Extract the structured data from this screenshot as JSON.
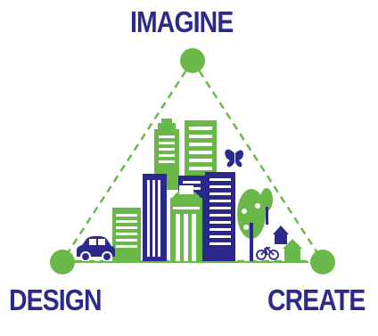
{
  "labels": {
    "top": "IMAGINE",
    "bottom_left": "DESIGN",
    "bottom_right": "CREATE"
  },
  "colors": {
    "navy": "#2b2a8c",
    "green": "#6ab84a"
  }
}
